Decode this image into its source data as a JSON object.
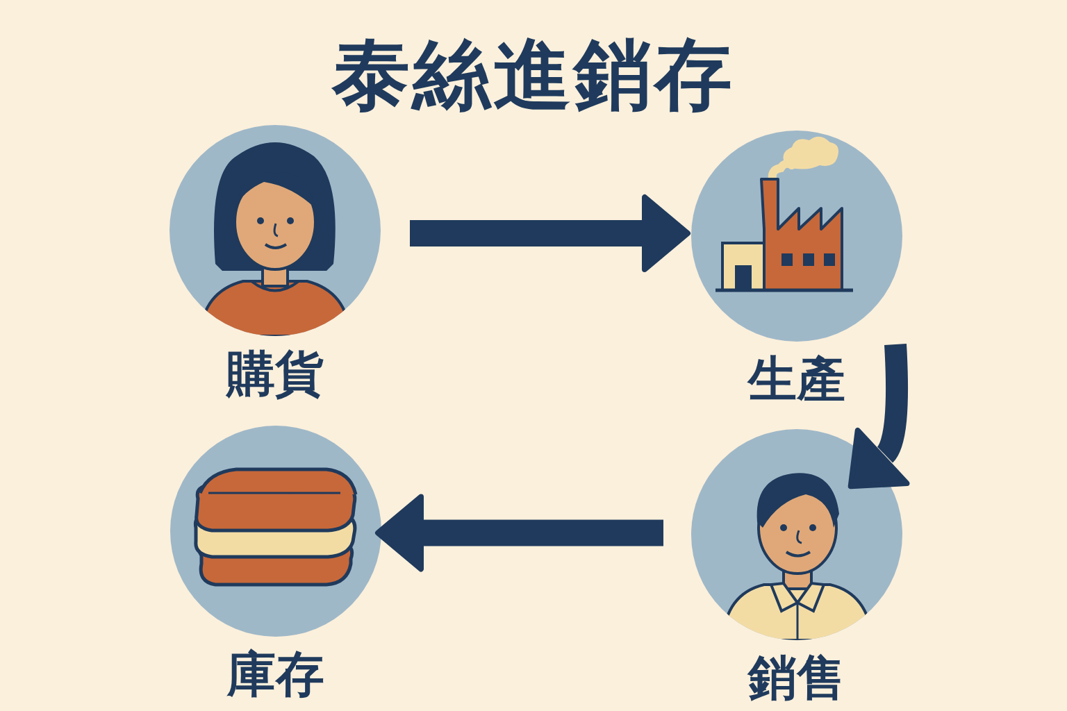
{
  "diagram": {
    "title": "泰絲進銷存",
    "nodes": [
      {
        "text": [
          "購貨"
        ]
      },
      {
        "text": [
          "生產"
        ]
      },
      {
        "text": [
          "庫存"
        ]
      },
      {
        "text": [
          "銷售"
        ]
      }
    ],
    "edges": [
      {
        "from": 0,
        "to": 1,
        "arrow": "to"
      },
      {
        "from": 1,
        "to": 3,
        "arrow": "to"
      },
      {
        "from": 3,
        "to": 2,
        "arrow": "to"
      }
    ]
  }
}
